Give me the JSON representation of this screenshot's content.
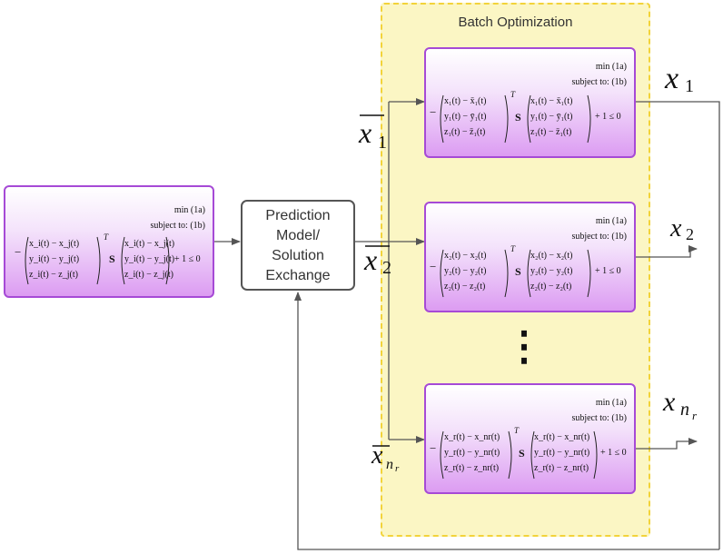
{
  "diagram": {
    "batch_title": "Batch Optimization",
    "left_box": {
      "line1": "min (1a)",
      "line2": "subject to: (1b)",
      "mat_a": [
        "x_i(t) − x_j(t)",
        "y_i(t) − y_j(t)",
        "z_i(t) − z_j(t)"
      ],
      "mat_b": [
        "x_i(t) − x_j(t)",
        "y_i(t) − y_j(t)",
        "z_i(t) − z_j(t)"
      ],
      "tail": "+ 1 ≤ 0"
    },
    "prediction_box": {
      "line1": "Prediction",
      "line2": "Model/",
      "line3": "Solution",
      "line4": "Exchange"
    },
    "batch_boxes": [
      {
        "line1": "min (1a)",
        "line2": "subject to: (1b)",
        "mat_a": [
          "x₁(t) − x̄₁(t)",
          "y₁(t) − ȳ₁(t)",
          "z₁(t) − z̄₁(t)"
        ],
        "mat_b": [
          "x₁(t) − x̄₁(t)",
          "y₁(t) − ȳ₁(t)",
          "z₁(t) − z̄₁(t)"
        ],
        "tail": "+ 1 ≤ 0"
      },
      {
        "line1": "min (1a)",
        "line2": "subject to: (1b)",
        "mat_a": [
          "x₂(t) − x₂(t)",
          "y₂(t) − y₂(t)",
          "z₂(t) − z₂(t)"
        ],
        "mat_b": [
          "x₂(t) − x₂(t)",
          "y₂(t) − y₂(t)",
          "z₂(t) − z₂(t)"
        ],
        "tail": "+ 1 ≤ 0"
      },
      {
        "line1": "min (1a)",
        "line2": "subject to: (1b)",
        "mat_a": [
          "x_r(t) − x_nr(t)",
          "y_r(t) − y_nr(t)",
          "z_r(t) − z_nr(t)"
        ],
        "mat_b": [
          "x_r(t) − x_nr(t)",
          "y_r(t) − y_nr(t)",
          "z_r(t) − z_nr(t)"
        ],
        "tail": "+ 1 ≤ 0"
      }
    ],
    "outputs": {
      "x1": "x",
      "x1_sub": "1",
      "x2": "x",
      "x2_sub": "2",
      "xn": "x",
      "xn_sub": "n",
      "xn_subsub": "r"
    },
    "inputs": {
      "x1": "x",
      "x1_sub": "1",
      "x2": "x",
      "x2_sub": "2",
      "xn": "x",
      "xn_sub": "n",
      "xn_subsub": "r"
    },
    "ellipsis": "⋮",
    "matrix_S": "S",
    "transpose": "T",
    "minus": "−"
  },
  "colors": {
    "batch_fill": "#fbf6c4",
    "batch_border": "#f2d33a",
    "purple_border": "#a64ad6",
    "purple_fill_bottom": "#dc9cf2",
    "arrow": "#555555",
    "pm_border": "#555555"
  }
}
